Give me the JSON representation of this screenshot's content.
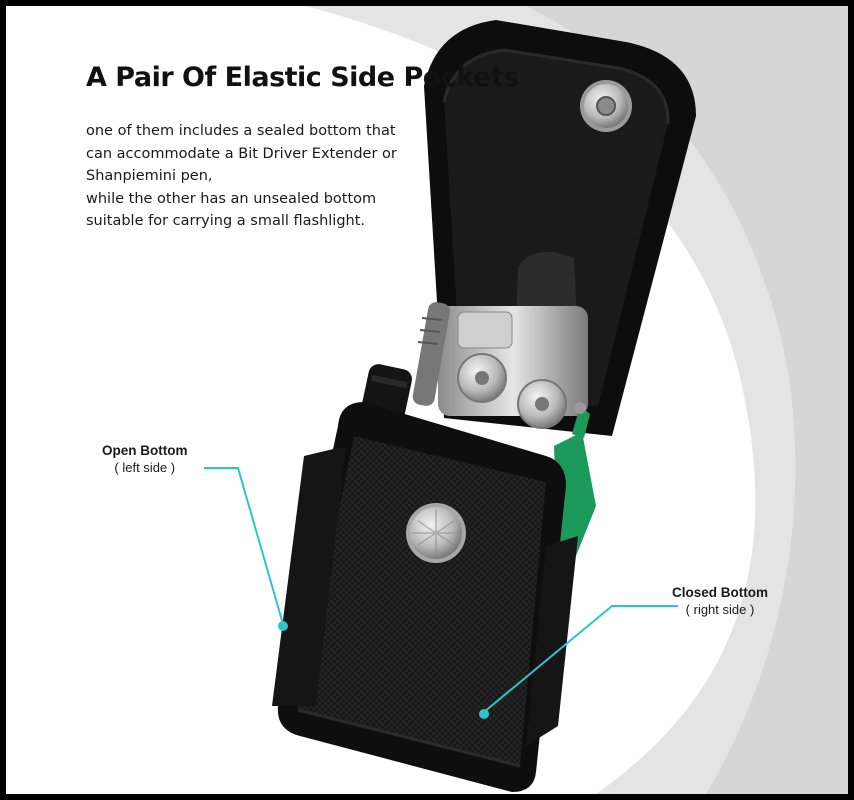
{
  "headline": "A Pair Of Elastic Side Pockets",
  "description": {
    "lines": [
      "one of  them includes a sealed bottom that",
      "can accommodate a Bit Driver Extender or",
      "Shanpiemini pen,",
      "while the other has an unsealed bottom",
      "suitable for carrying a small flashlight."
    ]
  },
  "callouts": {
    "left": {
      "label": "Open Bottom",
      "sub": "( left side )"
    },
    "right": {
      "label": "Closed Bottom",
      "sub": "( right side )"
    }
  },
  "colors": {
    "callout_line": "#2ec4cc",
    "background_arc": "#e4e4e4",
    "pouch": "#121212",
    "pen": "#1c9a5c",
    "border": "#000000"
  }
}
